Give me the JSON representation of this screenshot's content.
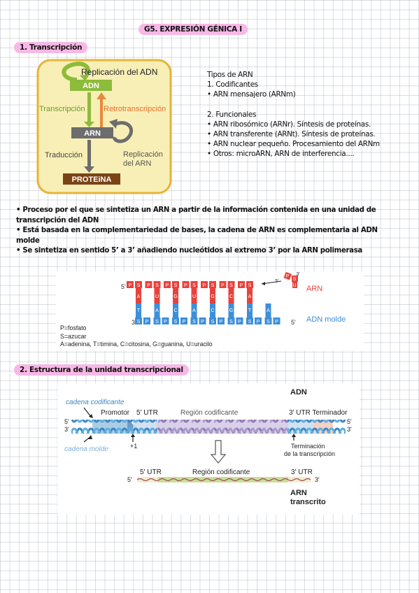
{
  "title": "G5. EXPRESIÓN GÉNICA I",
  "section1": {
    "heading": "1.  Transcripción",
    "diagram": {
      "replicacion_adn": "Replicación del ADN",
      "adn": "ADN",
      "transcripcion": "Transcripción",
      "retrotranscripcion": "Retrotranscripción",
      "arn": "ARN",
      "traduccion": "Traducción",
      "replicacion_arn_1": "Replicación",
      "replicacion_arn_2": "del ARN",
      "proteina": "PROTEiNA"
    },
    "types": {
      "title": "Tipos de ARN",
      "codificantes": "1. Codificantes",
      "codificantes_items": [
        "• ARN mensajero (ARNm)"
      ],
      "funcionales": "2. Funcionales",
      "funcionales_items": [
        "• ARN ribosómico (ARNr). Síntesis de proteínas.",
        "• ARN transferente (ARNt). Síntesis de proteínas.",
        "• ARN nuclear pequeño. Procesamiento del ARNm",
        "• Otros: microARN, ARN de interferencia...."
      ]
    },
    "bullets": [
      "• Proceso por el que se sintetiza un ARN a partir de la información contenida en una unidad de transcripción del ADN",
      "• Está basada en la complementariedad de bases, la cadena de ARN es complementaria al ADN molde",
      "• Se sintetiza en sentido 5’ a 3’ añadiendo nucleótidos al extremo 3’ por la ARN polimerasa"
    ],
    "strand_figure": {
      "top_label": "ARN",
      "bottom_label": "ADN molde",
      "five_prime": "5'",
      "three_prime": "3'",
      "rna_bases": [
        "A",
        "U",
        "G",
        "U",
        "G",
        "C",
        "A"
      ],
      "dna_bases": [
        "T",
        "A",
        "C",
        "A",
        "C",
        "G",
        "T",
        "A"
      ],
      "incoming_base": "U",
      "p": "P",
      "s": "S",
      "legend": [
        "P=fosfato",
        "S=azucar",
        "A=adenina, T=timina, C=citosina, G=guanina, U=uracilo"
      ]
    }
  },
  "section2": {
    "heading": "2.  Estructura de la unidad transcripcional",
    "figure": {
      "adn_label": "ADN",
      "cadena_codificante": "cadena codificante",
      "cadena_molde": "cadena molde",
      "promotor": "Promotor",
      "utr5": "5' UTR",
      "region_codificante": "Región codificante",
      "utr3_terminador": "3' UTR Terminador",
      "utr3": "3' UTR",
      "plus_one": "+1",
      "terminacion_1": "Terminación",
      "terminacion_2": "de  la transcripción",
      "five": "5'",
      "three": "3'",
      "arn_transcrito_1": "ARN",
      "arn_transcrito_2": "transcrito"
    }
  }
}
